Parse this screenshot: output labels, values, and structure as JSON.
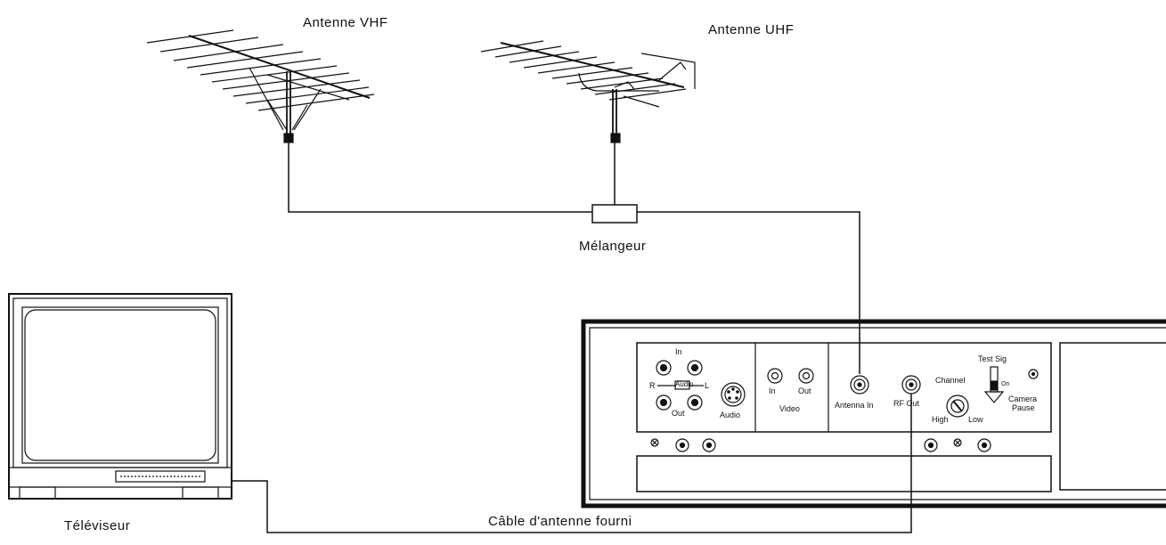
{
  "labels": {
    "vhf_antenna": "Antenne VHF",
    "uhf_antenna": "Antenne UHF",
    "mixer": "Mélangeur",
    "tv": "Téléviseur",
    "cable": "Câble d'antenne fourni"
  },
  "vcr_panel": {
    "audio_in": "In",
    "audio_section": "Audio",
    "audio_r": "R",
    "audio_l": "L",
    "audio_out": "Out",
    "audio_din": "Audio",
    "video_in": "In",
    "video_out": "Out",
    "video_section": "Video",
    "antenna_in": "Antenna In",
    "rf_out": "RF Out",
    "channel": "Channel",
    "high": "High",
    "low": "Low",
    "test_sig": "Test Sig",
    "on": "On",
    "camera": "Camera",
    "pause": "Pause"
  },
  "colors": {
    "line": "#111111",
    "background": "#ffffff"
  }
}
